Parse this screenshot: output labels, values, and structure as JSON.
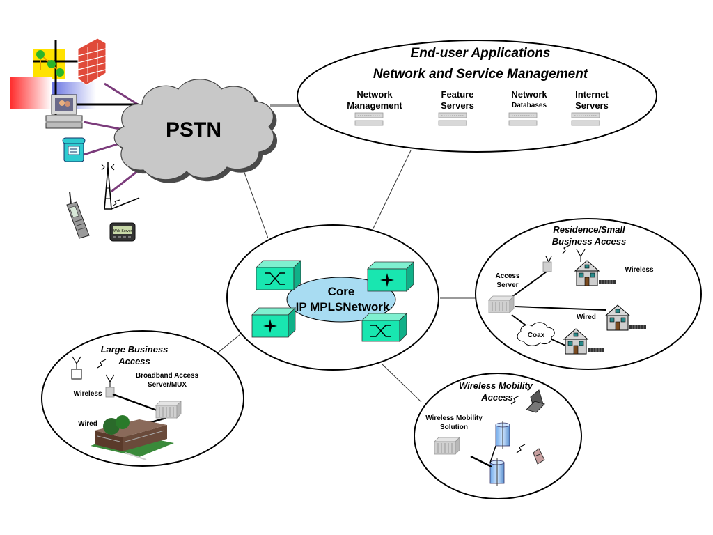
{
  "pstn": {
    "label": "PSTN"
  },
  "apps": {
    "title1": "End-user Applications",
    "title2": "Network and Service Management",
    "items": [
      {
        "line1": "Network",
        "line2": "Management"
      },
      {
        "line1": "Feature",
        "line2": "Servers"
      },
      {
        "line1": "Network",
        "line2": "Databases"
      },
      {
        "line1": "Internet",
        "line2": "Servers"
      }
    ]
  },
  "core": {
    "line1": "Core",
    "line2": "IP MPLSNetwork"
  },
  "residence": {
    "title1": "Residence/Small",
    "title2": "Business Access",
    "access_server1": "Access",
    "access_server2": "Server",
    "wireless": "Wireless",
    "wired": "Wired",
    "coax": "Coax"
  },
  "large_business": {
    "title1": "Large Business",
    "title2": "Access",
    "bas1": "Broadband Access",
    "bas2": "Server/MUX",
    "wireless": "Wireless",
    "wired": "Wired"
  },
  "wireless_mobility": {
    "title1": "Wireless Mobility",
    "title2": "Access",
    "solution1": "Wireless Mobility",
    "solution2": "Solution"
  },
  "pager": {
    "screen_text": "Web Server"
  },
  "colors": {
    "core_box": "#19e6b0",
    "core_ellipse": "#a8dcf2",
    "cloud": "#c8c8c8",
    "purple_link": "#7b3b7b"
  }
}
